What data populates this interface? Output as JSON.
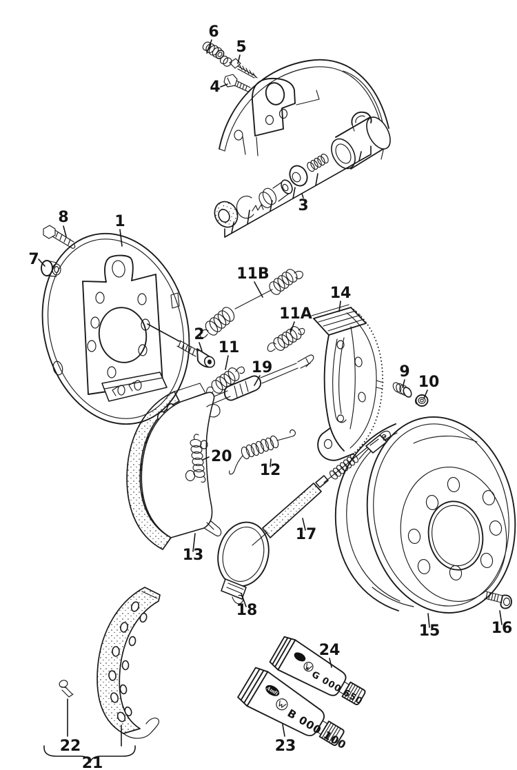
{
  "figure": {
    "kind": "exploded-parts-diagram",
    "subject": "rear drum brake assembly",
    "background": "#ffffff",
    "ink": "#1a1a1a"
  },
  "callouts": {
    "p1": "1",
    "p2": "2",
    "p3": "3",
    "p4": "4",
    "p5": "5",
    "p6": "6",
    "p7": "7",
    "p8": "8",
    "p9": "9",
    "p10": "10",
    "p11": "11",
    "p11A": "11A",
    "p11B": "11B",
    "p12": "12",
    "p13": "13",
    "p14": "14",
    "p15": "15",
    "p16": "16",
    "p17": "17",
    "p18": "18",
    "p19": "19",
    "p20": "20",
    "p21": "21",
    "p22": "22",
    "p23": "23",
    "p24": "24"
  },
  "inscriptions": {
    "tube_top_code": "G 000 650",
    "tube_bottom_code": "B 000 100",
    "tube_bottom_brand": "Audi"
  }
}
